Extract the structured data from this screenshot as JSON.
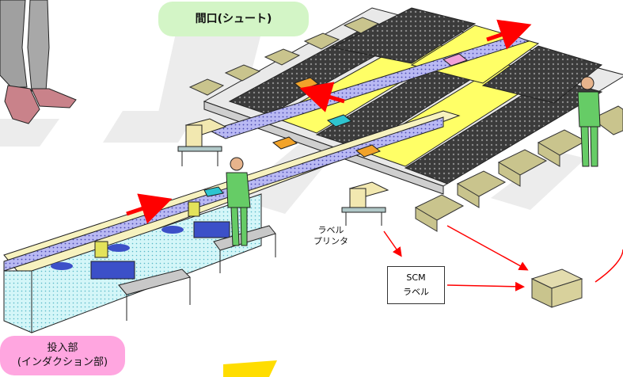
{
  "labels": {
    "chute": "間口(シュート)",
    "induction_line1": "投入部",
    "induction_line2": "(インダクション部)",
    "printer_line1": "ラベル",
    "printer_line2": "プリンタ",
    "scm_line1": "SCM",
    "scm_line2": "ラベル"
  },
  "colors": {
    "chute_pill": "#d3f5c6",
    "induction_pill": "#ffa6e0",
    "conveyor_belt": "#b9b9f3",
    "chute_yellow": "#ffff66",
    "grid_dark": "#3b3b3b",
    "arrow_red": "#ff0000",
    "worker_green": "#66cc66",
    "cardboard": "#c9c48d"
  }
}
